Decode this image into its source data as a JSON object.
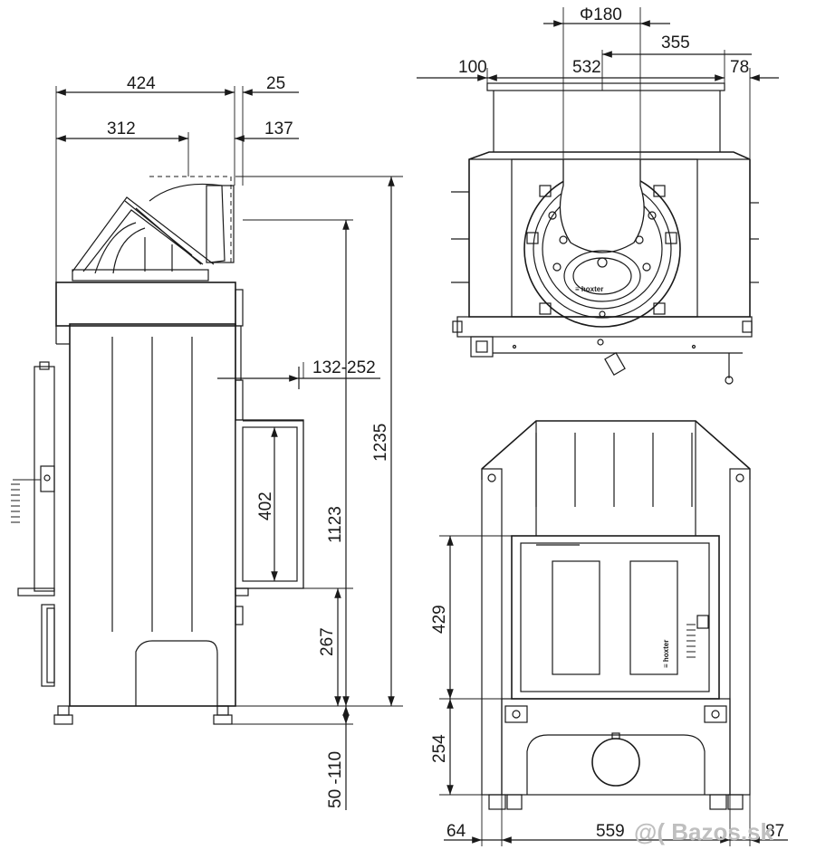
{
  "side_view": {
    "dims": {
      "d424": "424",
      "d25": "25",
      "d312": "312",
      "d137": "137",
      "d132_252": "132-252",
      "d402": "402",
      "d1123": "1123",
      "d1235": "1235",
      "d267": "267",
      "d50_110": "50 -110"
    }
  },
  "top_view": {
    "dims": {
      "d180": "Φ180",
      "d355": "355",
      "d100": "100",
      "d532": "532",
      "d78": "78"
    },
    "brand": "≡ hoxter"
  },
  "front_view": {
    "dims": {
      "d429": "429",
      "d254": "254",
      "d64": "64",
      "d559": "559",
      "d87": "87"
    },
    "brand": "≡ hoxter"
  },
  "watermark": "@( Bazos.sk"
}
